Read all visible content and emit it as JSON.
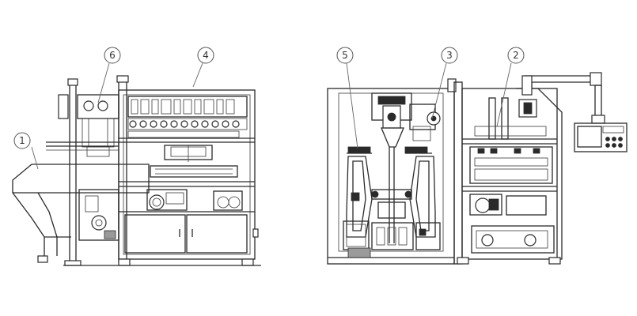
{
  "callouts": [
    {
      "label": "1"
    },
    {
      "label": "2"
    },
    {
      "label": "3"
    },
    {
      "label": "4"
    },
    {
      "label": "5"
    },
    {
      "label": "6"
    }
  ],
  "views": [
    {
      "name": "side-view"
    },
    {
      "name": "front-view"
    }
  ]
}
